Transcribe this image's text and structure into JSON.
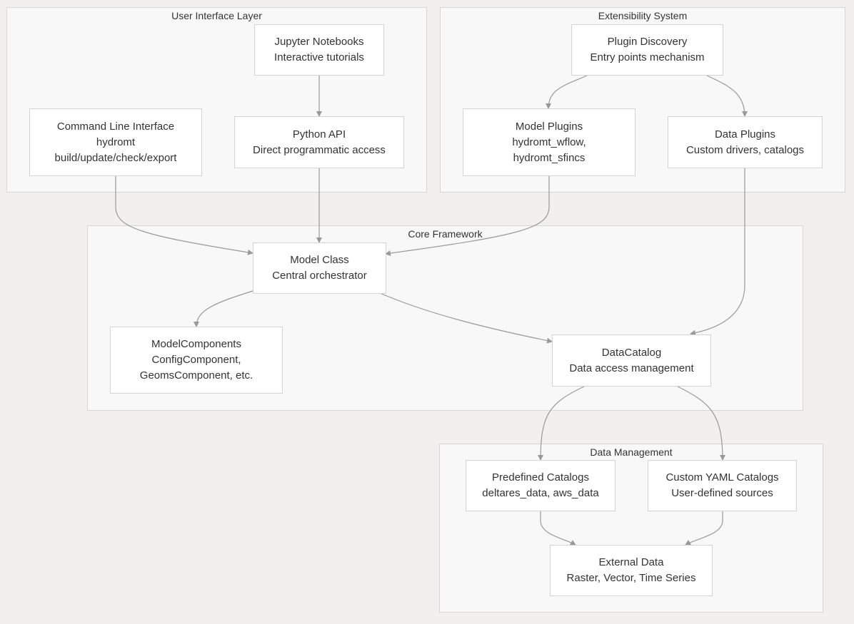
{
  "clusters": {
    "ui_layer": {
      "title": "User Interface Layer"
    },
    "extensibility": {
      "title": "Extensibility System"
    },
    "core": {
      "title": "Core Framework"
    },
    "data_mgmt": {
      "title": "Data Management"
    }
  },
  "nodes": {
    "jupyter": {
      "lines": [
        "Jupyter Notebooks",
        "Interactive tutorials"
      ]
    },
    "cli": {
      "lines": [
        "Command Line Interface",
        "hydromt",
        "build/update/check/export"
      ]
    },
    "python_api": {
      "lines": [
        "Python API",
        "Direct programmatic access"
      ]
    },
    "plugin_discovery": {
      "lines": [
        "Plugin Discovery",
        "Entry points mechanism"
      ]
    },
    "model_plugins": {
      "lines": [
        "Model Plugins",
        "hydromt_wflow,",
        "hydromt_sfincs"
      ]
    },
    "data_plugins": {
      "lines": [
        "Data Plugins",
        "Custom drivers, catalogs"
      ]
    },
    "model_class": {
      "lines": [
        "Model Class",
        "Central orchestrator"
      ]
    },
    "model_components": {
      "lines": [
        "ModelComponents",
        "ConfigComponent,",
        "GeomsComponent, etc."
      ]
    },
    "data_catalog": {
      "lines": [
        "DataCatalog",
        "Data access management"
      ]
    },
    "predefined_catalogs": {
      "lines": [
        "Predefined Catalogs",
        "deltares_data, aws_data"
      ]
    },
    "custom_yaml": {
      "lines": [
        "Custom YAML Catalogs",
        "User-defined sources"
      ]
    },
    "external_data": {
      "lines": [
        "External Data",
        "Raster, Vector, Time Series"
      ]
    }
  },
  "edges": [
    {
      "from": "jupyter",
      "to": "python_api"
    },
    {
      "from": "cli",
      "to": "model_class"
    },
    {
      "from": "python_api",
      "to": "model_class"
    },
    {
      "from": "plugin_discovery",
      "to": "model_plugins"
    },
    {
      "from": "plugin_discovery",
      "to": "data_plugins"
    },
    {
      "from": "model_plugins",
      "to": "model_class"
    },
    {
      "from": "data_plugins",
      "to": "data_catalog"
    },
    {
      "from": "model_class",
      "to": "model_components"
    },
    {
      "from": "model_class",
      "to": "data_catalog"
    },
    {
      "from": "data_catalog",
      "to": "predefined_catalogs"
    },
    {
      "from": "data_catalog",
      "to": "custom_yaml"
    },
    {
      "from": "predefined_catalogs",
      "to": "external_data"
    },
    {
      "from": "custom_yaml",
      "to": "external_data"
    }
  ],
  "colors": {
    "background": "#f1f0ef",
    "cluster_fill": "#f8f8f8",
    "cluster_border": "#d6d6d6",
    "node_fill": "#ffffff",
    "node_border": "#d4d4d4",
    "edge": "#999999",
    "text": "#333333"
  }
}
